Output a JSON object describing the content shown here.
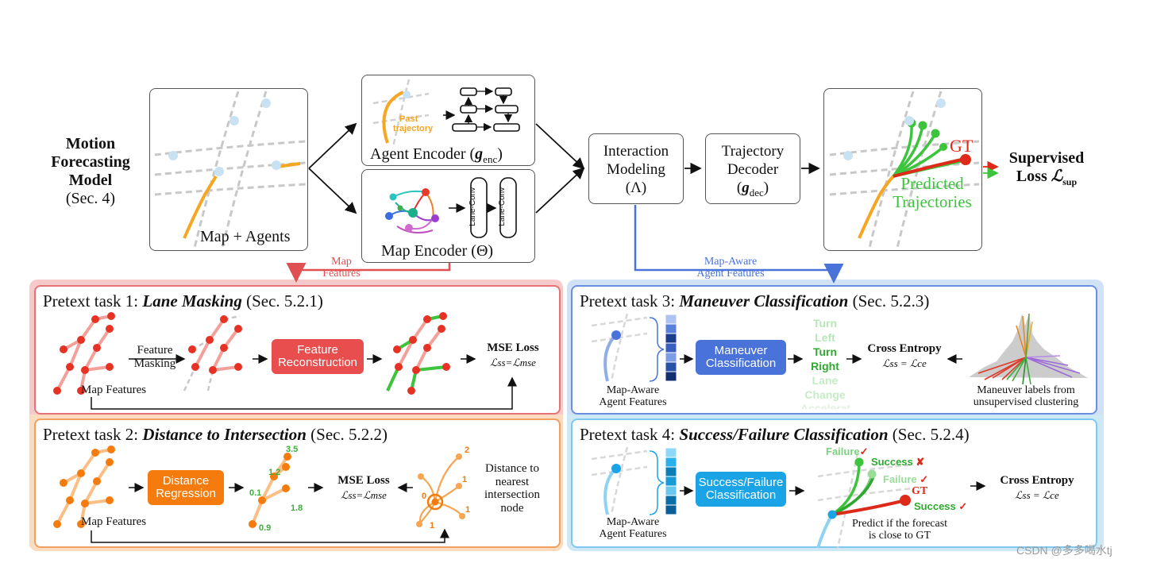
{
  "top": {
    "model_title_1": "Motion",
    "model_title_2": "Forecasting",
    "model_title_3": "Model",
    "model_sec": "(Sec. 4)",
    "map_agents": "Map + Agents",
    "past_trajectory_1": "Past",
    "past_trajectory_2": "trajectory",
    "agent_encoder": "Agent Encoder (",
    "agent_encoder_sym": "g",
    "agent_encoder_sub": "enc",
    "agent_encoder_end": ")",
    "map_encoder": "Map Encoder (Θ)",
    "lane_conv": "Lane-Conv",
    "interaction_1": "Interaction",
    "interaction_2": "Modeling",
    "interaction_3": "(Λ)",
    "decoder_1": "Trajectory",
    "decoder_2": "Decoder",
    "decoder_sym": "g",
    "decoder_sub": "dec",
    "gt": "GT",
    "predicted_1": "Predicted",
    "predicted_2": "Trajectories",
    "loss_1": "Supervised",
    "loss_2": "Loss ",
    "loss_sym": "ℒ",
    "loss_sub": "sup",
    "map_features_1": "Map",
    "map_features_2": "Features",
    "map_aware_1": "Map-Aware",
    "map_aware_2": "Agent Features"
  },
  "task1": {
    "prefix": "Pretext task 1: ",
    "name": "Lane Masking",
    "sec": " (Sec. 5.2.1)",
    "feature_1": "Feature",
    "feature_2": "Masking",
    "button_1": "Feature",
    "button_2": "Reconstruction",
    "loss": "MSE Loss",
    "loss_formula": "ℒss=ℒmse",
    "map_features": "Map Features"
  },
  "task2": {
    "prefix": "Pretext task 2: ",
    "name": "Distance to Intersection",
    "sec": " (Sec. 5.2.2)",
    "button_1": "Distance",
    "button_2": "Regression",
    "loss": "MSE Loss",
    "loss_formula": "ℒss=ℒmse",
    "map_features": "Map Features",
    "values": [
      "3.5",
      "1.2",
      "0.1",
      "1.8",
      "0.9"
    ],
    "graph_numbers": [
      "2",
      "1",
      "0",
      "1",
      "1"
    ],
    "distance_1": "Distance to",
    "distance_2": "nearest",
    "distance_3": "intersection",
    "distance_4": "node"
  },
  "task3": {
    "prefix": "Pretext task 3: ",
    "name": "Maneuver Classification",
    "sec": " (Sec. 5.2.3)",
    "agent_1": "Map-Aware",
    "agent_2": "Agent Features",
    "button_1": "Maneuver",
    "button_2": "Classification",
    "labels": [
      "Turn",
      "Left",
      "Turn",
      "Right",
      "Lane",
      "Change",
      "Accelerate"
    ],
    "loss": "Cross Entropy",
    "loss_formula": "ℒss = ℒce",
    "cluster_1": "Maneuver labels from",
    "cluster_2": "unsupervised clustering"
  },
  "task4": {
    "prefix": "Pretext task 4: ",
    "name": "Success/Failure Classification",
    "sec": " (Sec. 5.2.4)",
    "agent_1": "Map-Aware",
    "agent_2": "Agent Features",
    "button_1": "Success/Failure",
    "button_2": "Classification",
    "failure_1": "Failure",
    "success_1": "Success",
    "failure_2": "Failure",
    "gt": "GT",
    "success_2": "Success",
    "predict_1": "Predict if the forecast",
    "predict_2": "is close to GT",
    "loss": "Cross Entropy",
    "loss_formula": "ℒss = ℒce"
  },
  "watermark": "CSDN @多多喝水tj",
  "colors": {
    "red_panel": "#f6c9c9",
    "red_border": "#e57373",
    "orange_panel": "#fbd9b8",
    "orange_border": "#f0a060",
    "blue_panel": "#cfe0f6",
    "blue_border": "#6a8fe0",
    "lightblue_border": "#7fc8ee",
    "reconstruct_btn": "#e84e4e",
    "regression_btn": "#f57c0c",
    "maneuver_btn": "#4a73d9",
    "success_btn": "#1aa4e6",
    "green": "#3cc43c",
    "red": "#dd2a1a",
    "orange": "#f5a623"
  }
}
